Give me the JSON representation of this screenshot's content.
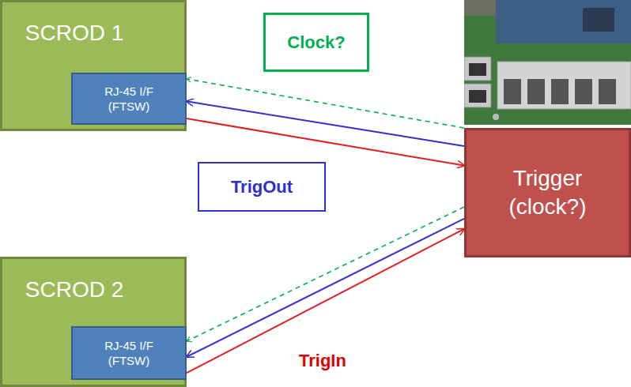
{
  "diagram": {
    "nodes": [
      {
        "text": [
          "SCROD 1"
        ]
      },
      {
        "text": [
          "RJ-45 I/F (FTSW)"
        ],
        "in": 0
      },
      {
        "text": [
          "Clock?"
        ]
      },
      {
        "text": [
          "TrigOut"
        ]
      },
      {
        "text": [
          "Trigger (clock?)"
        ]
      },
      {
        "text": [
          "SCROD 2"
        ]
      },
      {
        "text": [
          "RJ-45 I/F (FTSW)"
        ],
        "in": 5
      }
    ],
    "edges": [
      {
        "from": 4,
        "to": 1,
        "arrow": "to"
      },
      {
        "from": 4,
        "to": 1,
        "arrow": "to"
      },
      {
        "from": 1,
        "to": 4,
        "arrow": "to"
      },
      {
        "from": 4,
        "to": 6,
        "arrow": "to"
      },
      {
        "from": 4,
        "to": 6,
        "arrow": "to"
      },
      {
        "from": 6,
        "to": 4,
        "arrow": "to"
      }
    ],
    "labels": [
      "TrigIn"
    ]
  }
}
